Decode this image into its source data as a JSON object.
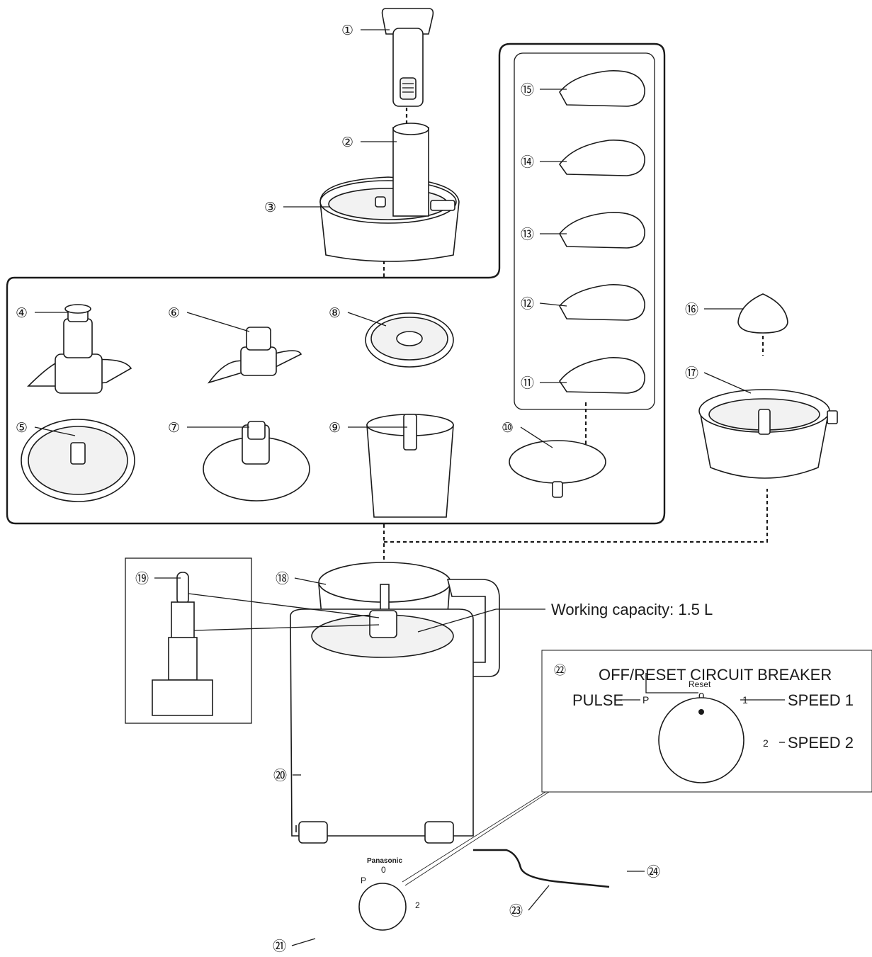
{
  "callouts": {
    "n1": "①",
    "n2": "②",
    "n3": "③",
    "n4": "④",
    "n5": "⑤",
    "n6": "⑥",
    "n7": "⑦",
    "n8": "⑧",
    "n9": "⑨",
    "n10": "⑩",
    "n11": "⑪",
    "n12": "⑫",
    "n13": "⑬",
    "n14": "⑭",
    "n15": "⑮",
    "n16": "⑯",
    "n17": "⑰",
    "n18": "⑱",
    "n19": "⑲",
    "n20": "⑳",
    "n21": "㉑",
    "n22": "㉒",
    "n23": "㉓",
    "n24": "㉔"
  },
  "capacity_label": "Working capacity: 1.5 L",
  "brand": "Panasonic",
  "dial_detail": {
    "title": "OFF/RESET CIRCUIT BREAKER",
    "reset": "Reset",
    "zero": "0",
    "pulse_label": "PULSE",
    "p_mark": "P",
    "one_mark": "1",
    "speed1_label": "SPEED 1",
    "two_mark": "2",
    "speed2_label": "SPEED 2"
  },
  "base_dial": {
    "p_mark": "P",
    "zero": "0",
    "two_mark": "2"
  }
}
